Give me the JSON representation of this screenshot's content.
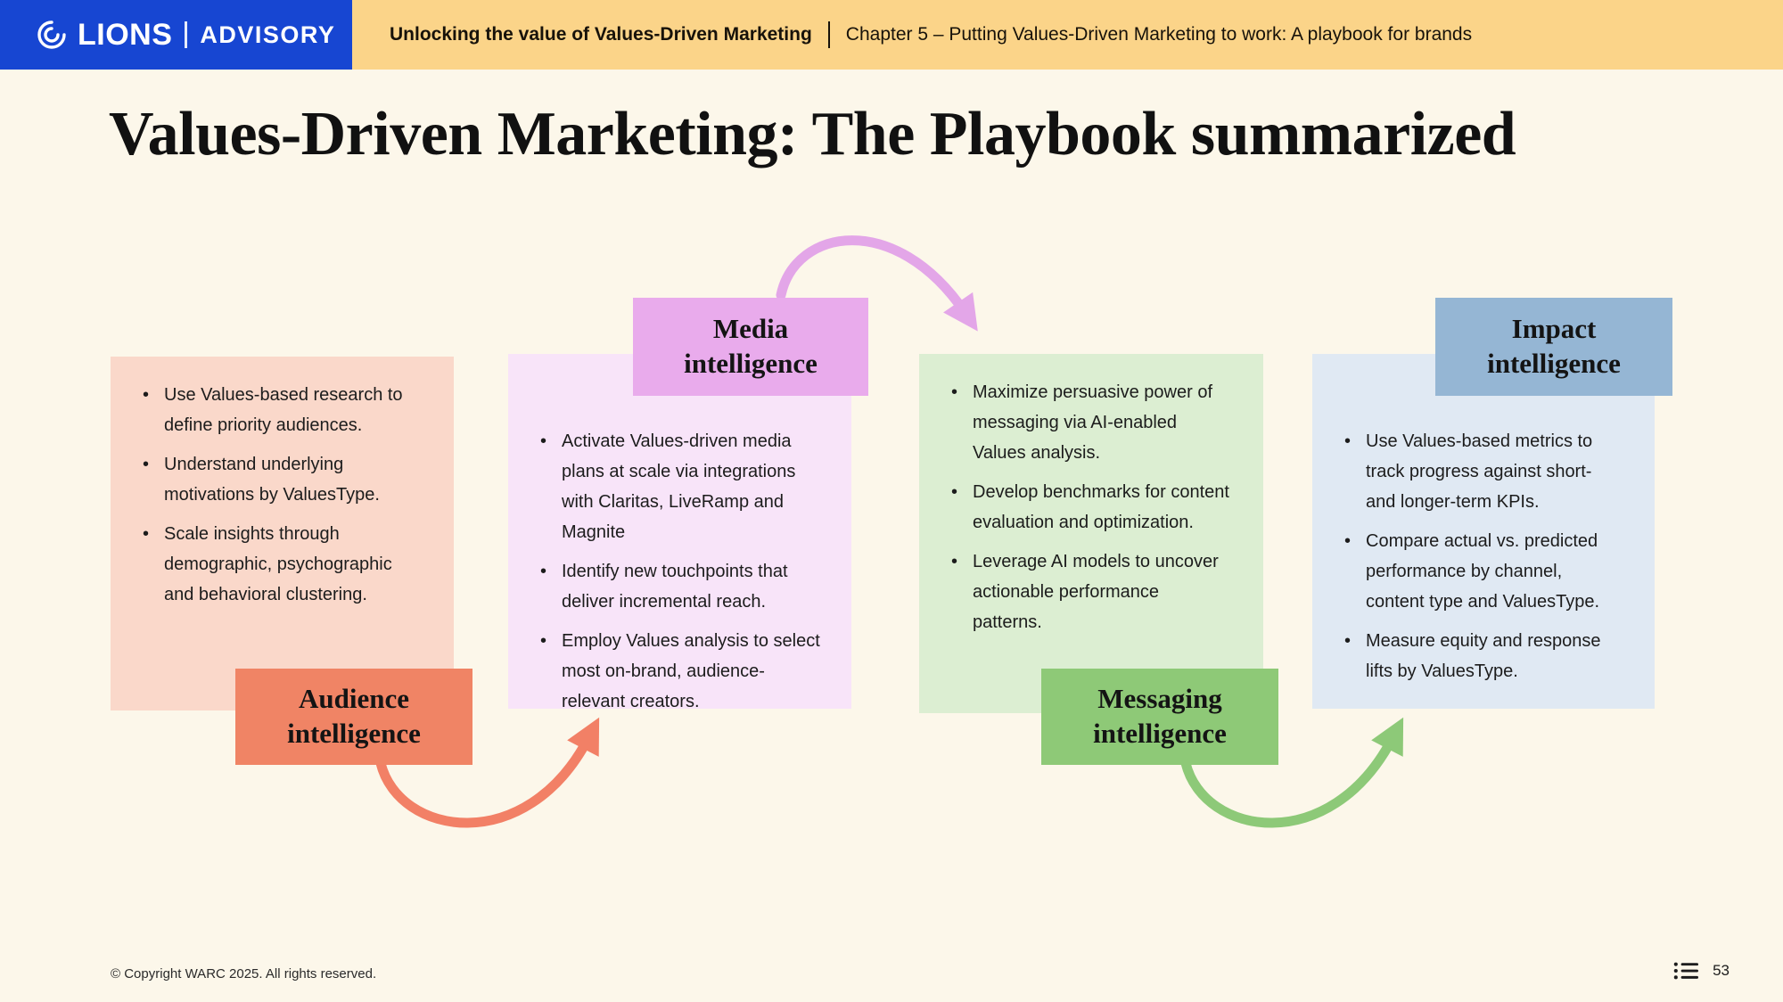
{
  "header": {
    "logo": {
      "brand": "LIONS",
      "division": "ADVISORY"
    },
    "report_title": "Unlocking the value of Values-Driven Marketing",
    "chapter": "Chapter 5 – Putting Values-Driven Marketing to work: A playbook for brands"
  },
  "page_title": "Values-Driven Marketing: The Playbook summarized",
  "columns": [
    {
      "label": "Audience intelligence",
      "label_position": "bottom",
      "label_color": "#F08465",
      "panel_color": "#FAD8CA",
      "bullets": [
        "Use Values-based research to define priority audiences.",
        "Understand underlying motivations by ValuesType.",
        "Scale insights through demographic, psychographic and behavioral clustering."
      ]
    },
    {
      "label": "Media intelligence",
      "label_position": "top",
      "label_color": "#E9ABEC",
      "panel_color": "#F8E4F9",
      "bullets": [
        "Activate Values-driven media plans at scale via integrations with Claritas, LiveRamp and Magnite",
        "Identify new touchpoints that deliver incremental reach.",
        "Employ Values analysis to select most on-brand, audience-relevant creators."
      ]
    },
    {
      "label": "Messaging intelligence",
      "label_position": "bottom",
      "label_color": "#8EC977",
      "panel_color": "#DCEED2",
      "bullets": [
        "Maximize persuasive power of messaging via AI-enabled Values analysis.",
        "Develop benchmarks for content evaluation and optimization.",
        "Leverage AI models to uncover actionable performance patterns."
      ]
    },
    {
      "label": "Impact intelligence",
      "label_position": "top",
      "label_color": "#95B6D4",
      "panel_color": "#E0E9F3",
      "bullets": [
        "Use Values-based metrics to track progress against short- and longer-term KPIs.",
        "Compare actual vs. predicted performance by channel, content type and ValuesType.",
        "Measure equity and response lifts by ValuesType."
      ]
    }
  ],
  "arrows": [
    {
      "name": "audience-to-media",
      "color": "#F28066"
    },
    {
      "name": "media-to-messaging",
      "color": "#E3A6E8"
    },
    {
      "name": "messaging-to-impact",
      "color": "#8DC978"
    }
  ],
  "icons": {
    "logo_mark": "lions-lion-icon",
    "footer_nav": "contents-icon"
  },
  "colors": {
    "background": "#FCF7EA",
    "header_blue": "#1746D2",
    "header_gold": "#FBD489"
  },
  "footer": {
    "copyright": "©  Copyright WARC 2025. All rights reserved.",
    "page_number": "53"
  }
}
